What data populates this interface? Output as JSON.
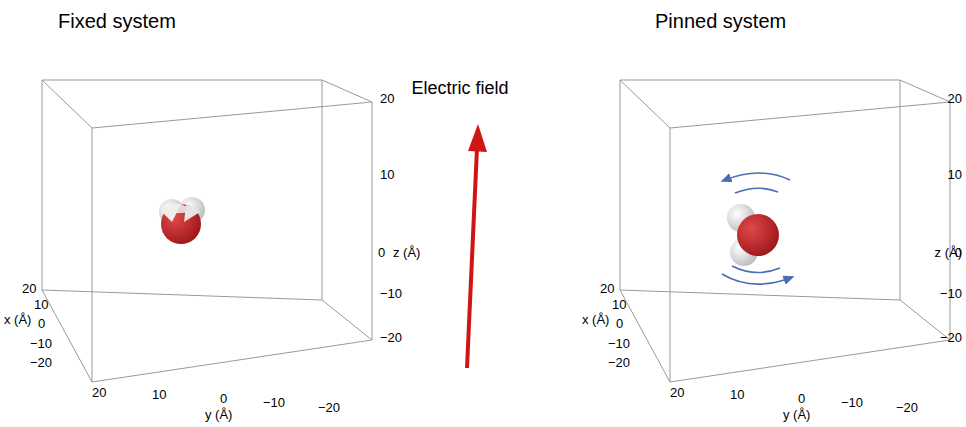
{
  "diagram": {
    "labels": [
      "Fixed system",
      "Electric field",
      "Pinned system",
      "20",
      "10",
      "0",
      "z (Å)",
      "−10",
      "−20",
      "20",
      "10",
      "x (Å)",
      "0",
      "−10",
      "−20",
      "20",
      "10",
      "0",
      "−10",
      "−20",
      "y (Å)",
      "20",
      "10",
      "0",
      "z (Å)",
      "−10",
      "−20",
      "20",
      "10",
      "x (Å)",
      "0",
      "−10",
      "−20",
      "20",
      "10",
      "0",
      "−10",
      "−20",
      "y (Å)"
    ]
  }
}
